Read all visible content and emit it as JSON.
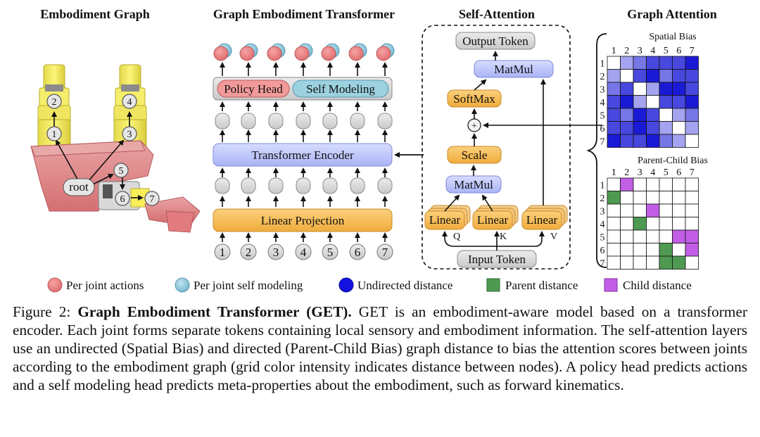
{
  "sections": {
    "embodiment_graph": "Embodiment Graph",
    "transformer": "Graph Embodiment Transformer",
    "self_attention": "Self-Attention",
    "graph_attention": "Graph Attention"
  },
  "robot": {
    "root": "root",
    "joints": [
      "1",
      "2",
      "3",
      "4",
      "5",
      "6",
      "7"
    ]
  },
  "transformer": {
    "policy_head": "Policy Head",
    "self_modeling": "Self Modeling",
    "encoder": "Transformer Encoder",
    "projection": "Linear Projection",
    "inputs": [
      "1",
      "2",
      "3",
      "4",
      "5",
      "6",
      "7"
    ]
  },
  "attention": {
    "output": "Output Token",
    "matmul_top": "MatMul",
    "softmax": "SoftMax",
    "plus": "+",
    "scale": "Scale",
    "matmul_bottom": "MatMul",
    "linear": "Linear",
    "q": "Q",
    "k": "K",
    "v": "V",
    "input": "Input Token"
  },
  "graph_attention": {
    "spatial_title": "Spatial Bias",
    "parent_child_title": "Parent-Child Bias",
    "labels": [
      "1",
      "2",
      "3",
      "4",
      "5",
      "6",
      "7"
    ],
    "spatial_intensity": [
      [
        0,
        1,
        2,
        3,
        3,
        3,
        4
      ],
      [
        1,
        0,
        3,
        4,
        2,
        3,
        3
      ],
      [
        2,
        3,
        0,
        1,
        4,
        4,
        3
      ],
      [
        3,
        4,
        1,
        0,
        3,
        3,
        4
      ],
      [
        3,
        2,
        4,
        3,
        0,
        1,
        2
      ],
      [
        3,
        3,
        4,
        3,
        1,
        0,
        1
      ],
      [
        4,
        3,
        3,
        4,
        2,
        1,
        0
      ]
    ],
    "parent_child": [
      [
        0,
        2,
        0,
        0,
        0,
        0,
        0
      ],
      [
        1,
        0,
        0,
        0,
        0,
        0,
        0
      ],
      [
        0,
        0,
        0,
        2,
        0,
        0,
        0
      ],
      [
        0,
        0,
        1,
        0,
        0,
        0,
        0
      ],
      [
        0,
        0,
        0,
        0,
        0,
        2,
        2
      ],
      [
        0,
        0,
        0,
        0,
        1,
        0,
        2
      ],
      [
        0,
        0,
        0,
        0,
        1,
        1,
        0
      ]
    ],
    "colors": {
      "spatial_base": "#1a1ad6",
      "parent": "#4f9a52",
      "child": "#c25ee6"
    }
  },
  "legend": {
    "per_joint_actions": "Per joint actions",
    "per_joint_self_modeling": "Per joint self modeling",
    "undirected": "Undirected distance",
    "parent": "Parent distance",
    "child": "Child distance"
  },
  "caption": {
    "label": "Figure 2: ",
    "title": "Graph Embodiment Transformer (GET).",
    "text": " GET is an embodiment-aware model based on a transformer encoder. Each joint forms separate tokens containing local sensory and embodiment information. The self-attention layers use an undirected (Spatial Bias) and directed (Parent-Child Bias) graph distance to bias the attention scores between joints according to the embodiment graph (grid color intensity indicates distance between nodes). A policy head predicts actions and a self modeling head predicts meta-properties about the embodiment, such as forward kinematics."
  }
}
